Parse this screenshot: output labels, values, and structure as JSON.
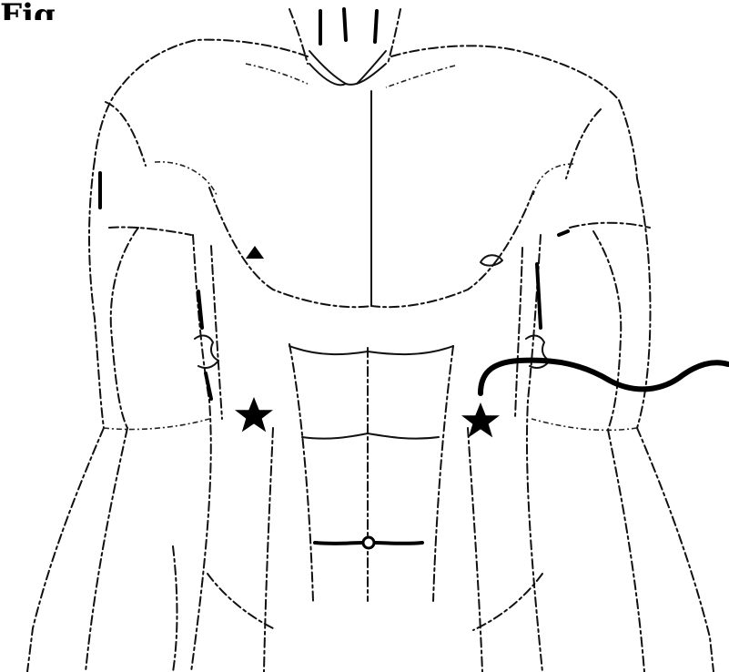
{
  "figure": {
    "label": "Fig"
  },
  "markers": [
    {
      "name": "port-right-abdomen",
      "shape": "star"
    },
    {
      "name": "port-left-abdomen",
      "shape": "star"
    }
  ],
  "instrument": {
    "name": "cable"
  }
}
